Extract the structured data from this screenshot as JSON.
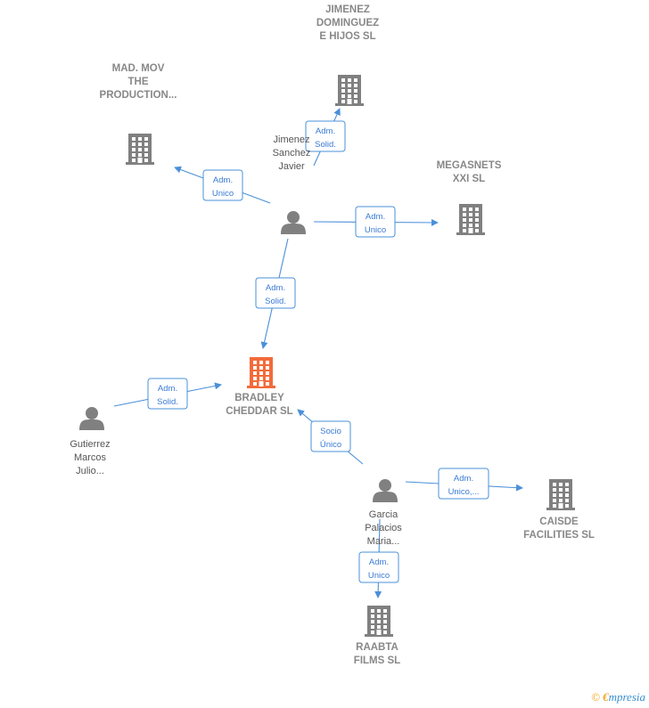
{
  "colors": {
    "edge": "#4a90d9",
    "company": "#808080",
    "focus_company": "#f26b3a",
    "person": "#808080"
  },
  "nodes": [
    {
      "id": "bradley",
      "type": "company",
      "focus": true,
      "label": [
        "BRADLEY",
        "CHEDDAR  SL"
      ]
    },
    {
      "id": "jimenez_hijos",
      "type": "company",
      "label": [
        "JIMENEZ",
        "DOMINGUEZ",
        "E HIJOS  SL"
      ]
    },
    {
      "id": "mad_mov",
      "type": "company",
      "label": [
        "MAD.  MOV",
        "THE",
        "PRODUCTION..."
      ]
    },
    {
      "id": "megasnets",
      "type": "company",
      "label": [
        "MEGASNETS",
        "XXI  SL"
      ]
    },
    {
      "id": "caisde",
      "type": "company",
      "label": [
        "CAISDE",
        "FACILITIES  SL"
      ]
    },
    {
      "id": "raabta",
      "type": "company",
      "label": [
        "RAABTA",
        "FILMS  SL"
      ]
    },
    {
      "id": "jimenez_javier",
      "type": "person",
      "label": [
        "Jimenez",
        "Sanchez",
        "Javier"
      ]
    },
    {
      "id": "gutierrez",
      "type": "person",
      "label": [
        "Gutierrez",
        "Marcos",
        "Julio..."
      ]
    },
    {
      "id": "garcia",
      "type": "person",
      "label": [
        "Garcia",
        "Palacios",
        "Maria..."
      ]
    }
  ],
  "edges": [
    {
      "from": "jimenez_javier",
      "to": "jimenez_hijos",
      "label": [
        "Adm.",
        "Solid."
      ]
    },
    {
      "from": "jimenez_javier",
      "to": "mad_mov",
      "label": [
        "Adm.",
        "Unico"
      ]
    },
    {
      "from": "jimenez_javier",
      "to": "megasnets",
      "label": [
        "Adm.",
        "Unico"
      ]
    },
    {
      "from": "jimenez_javier",
      "to": "bradley",
      "label": [
        "Adm.",
        "Solid."
      ]
    },
    {
      "from": "gutierrez",
      "to": "bradley",
      "label": [
        "Adm.",
        "Solid."
      ]
    },
    {
      "from": "garcia",
      "to": "bradley",
      "label": [
        "Socio",
        "Único"
      ]
    },
    {
      "from": "garcia",
      "to": "caisde",
      "label": [
        "Adm.",
        "Unico,..."
      ]
    },
    {
      "from": "garcia",
      "to": "raabta",
      "label": [
        "Adm.",
        "Unico"
      ]
    }
  ],
  "footer": {
    "copyright": "©",
    "brand_initial": "€",
    "brand_rest": "mpresia"
  }
}
